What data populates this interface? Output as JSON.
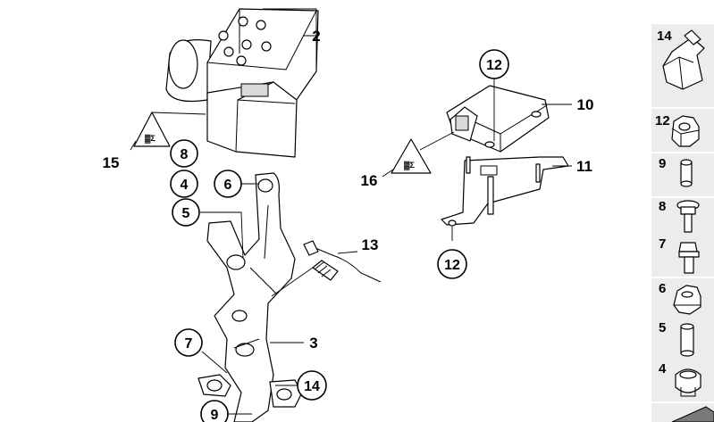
{
  "callouts": {
    "c2": "2",
    "c15": "15",
    "c8": "8",
    "c4": "4",
    "c6": "6",
    "c5": "5",
    "c7": "7",
    "c9": "9",
    "c3": "3",
    "c14": "14",
    "c13": "13",
    "c12_top": "12",
    "c10": "10",
    "c11": "11",
    "c16": "16",
    "c12_bottom": "12"
  },
  "sidebar": [
    {
      "label": "14",
      "part": "bracket"
    },
    {
      "label": "12",
      "part": "hex-nut"
    },
    {
      "label": "9",
      "part": "sleeve"
    },
    {
      "label": "8",
      "part": "bolt"
    },
    {
      "label": "7",
      "part": "bolt"
    },
    {
      "label": "6",
      "part": "collar-nut"
    },
    {
      "label": "5",
      "part": "sleeve"
    },
    {
      "label": "4",
      "part": "bushing"
    }
  ]
}
